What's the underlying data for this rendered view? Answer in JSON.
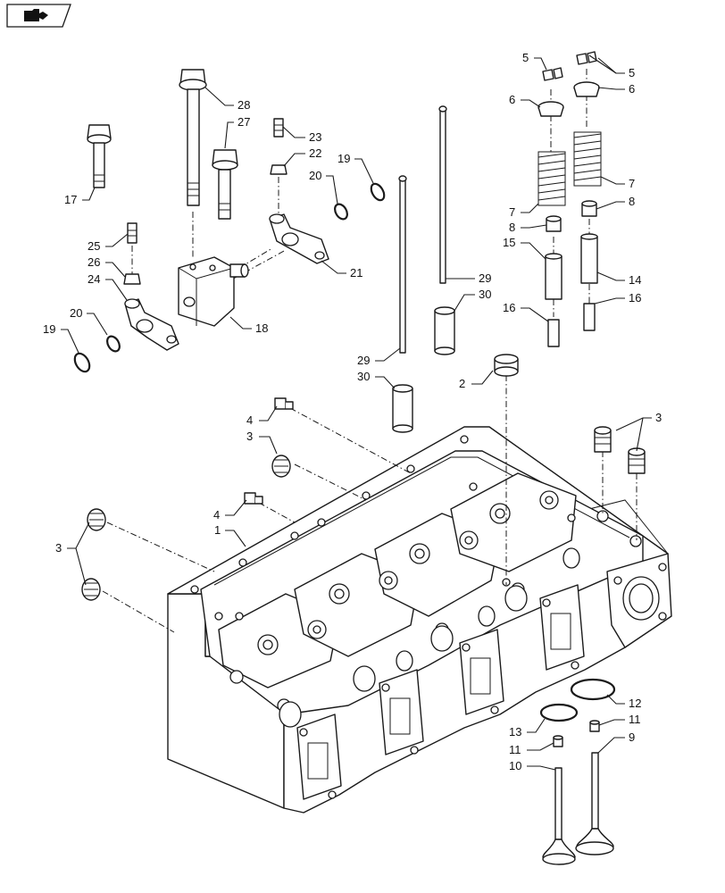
{
  "toolbar": {
    "nav_icon": "folder-arrow-icon"
  },
  "callouts": [
    "1",
    "2",
    "3",
    "4",
    "5",
    "6",
    "7",
    "8",
    "9",
    "10",
    "11",
    "12",
    "13",
    "14",
    "15",
    "16",
    "17",
    "18",
    "19",
    "20",
    "21",
    "22",
    "23",
    "24",
    "25",
    "26",
    "27",
    "28",
    "29",
    "30"
  ]
}
